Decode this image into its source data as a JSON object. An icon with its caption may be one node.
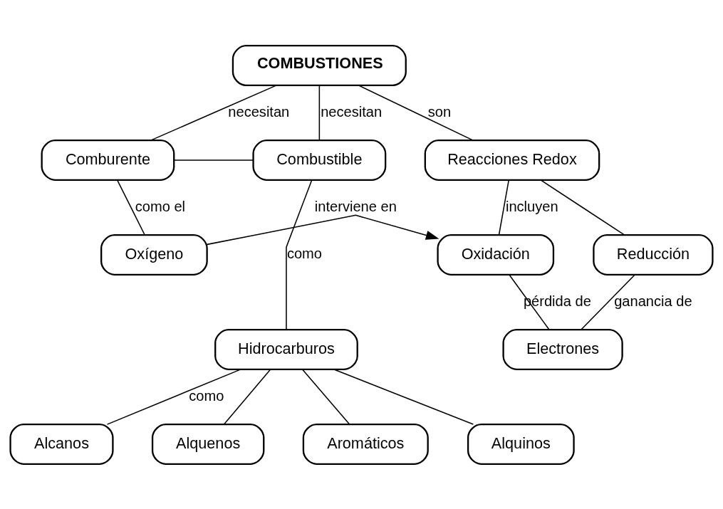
{
  "diagram": {
    "nodes": [
      {
        "text": [
          "COMBUSTIONES"
        ]
      },
      {
        "text": [
          "Comburente"
        ]
      },
      {
        "text": [
          "Combustible"
        ]
      },
      {
        "text": [
          "Reacciones Redox"
        ]
      },
      {
        "text": [
          "Oxígeno"
        ]
      },
      {
        "text": [
          "Oxidación"
        ]
      },
      {
        "text": [
          "Reducción"
        ]
      },
      {
        "text": [
          "Hidrocarburos"
        ]
      },
      {
        "text": [
          "Electrones"
        ]
      },
      {
        "text": [
          "Alcanos"
        ]
      },
      {
        "text": [
          "Alquenos"
        ]
      },
      {
        "text": [
          "Aromáticos"
        ]
      },
      {
        "text": [
          "Alquinos"
        ]
      }
    ],
    "edges": [
      {
        "from": 0,
        "to": 1,
        "arrow": "none",
        "label": "necesitan"
      },
      {
        "from": 0,
        "to": 2,
        "arrow": "none",
        "label": "necesitan"
      },
      {
        "from": 0,
        "to": 3,
        "arrow": "none",
        "label": "son"
      },
      {
        "from": 1,
        "to": 2,
        "arrow": "none"
      },
      {
        "from": 1,
        "to": 4,
        "arrow": "none",
        "label": "como el"
      },
      {
        "from": 4,
        "to": 5,
        "arrow": "to",
        "label": "interviene en"
      },
      {
        "from": 3,
        "to": 5,
        "arrow": "none",
        "label": "incluyen"
      },
      {
        "from": 3,
        "to": 6,
        "arrow": "none"
      },
      {
        "from": 2,
        "to": 7,
        "arrow": "none",
        "label": "como"
      },
      {
        "from": 5,
        "to": 8,
        "arrow": "none",
        "label": "pérdida de"
      },
      {
        "from": 6,
        "to": 8,
        "arrow": "none",
        "label": "ganancia de"
      },
      {
        "from": 7,
        "to": 9,
        "arrow": "none",
        "label": "como"
      },
      {
        "from": 7,
        "to": 10,
        "arrow": "none"
      },
      {
        "from": 7,
        "to": 11,
        "arrow": "none"
      },
      {
        "from": 7,
        "to": 12,
        "arrow": "none"
      }
    ]
  }
}
